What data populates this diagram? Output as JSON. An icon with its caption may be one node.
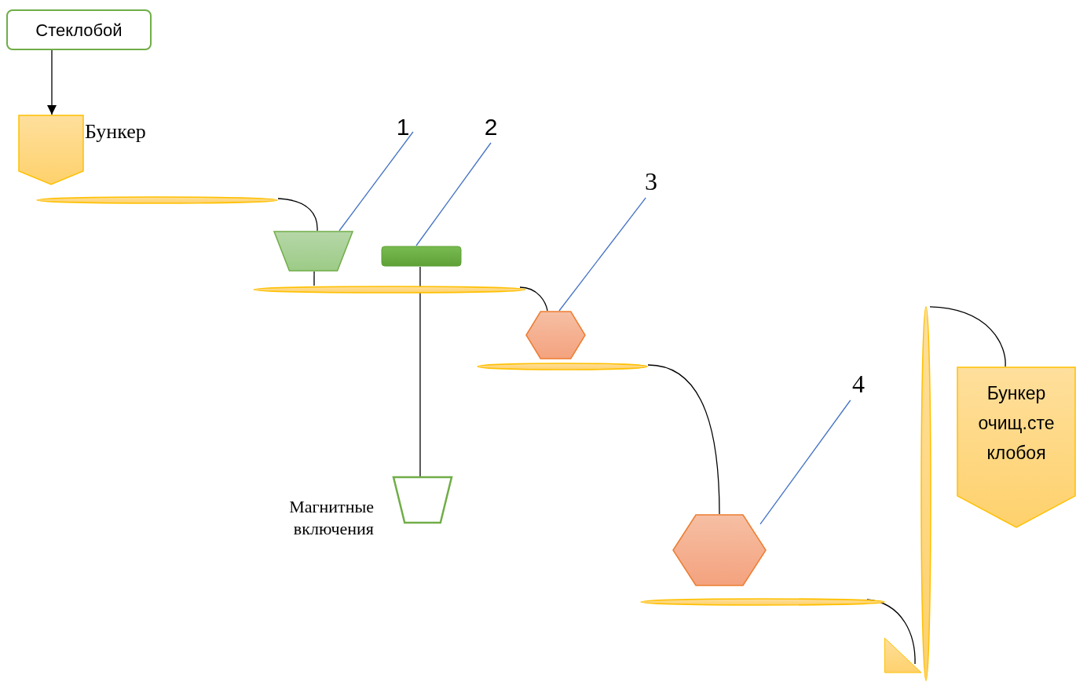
{
  "diagram": {
    "nodes": [
      {
        "text": [
          "Стеклобой"
        ]
      },
      {
        "text": [],
        "shape": "pentagon",
        "beside": [
          "Бункер"
        ]
      },
      {
        "text": [],
        "shape": "ellipse"
      },
      {
        "text": [
          "1"
        ]
      },
      {
        "text": [],
        "shape": "trapezoid"
      },
      {
        "text": [
          "2"
        ]
      },
      {
        "text": [],
        "shape": "bar"
      },
      {
        "text": [],
        "shape": "ellipse"
      },
      {
        "text": [
          "3"
        ]
      },
      {
        "text": [],
        "shape": "hexagon"
      },
      {
        "text": [],
        "shape": "ellipse"
      },
      {
        "text": [
          "4"
        ]
      },
      {
        "text": [],
        "shape": "hexagon"
      },
      {
        "text": [],
        "shape": "trapezoid",
        "beside": [
          "Магнитные включения"
        ]
      },
      {
        "text": [],
        "shape": "ellipse"
      },
      {
        "text": [],
        "shape": "triangle"
      },
      {
        "text": [],
        "shape": "ellipse"
      },
      {
        "text": [
          "Бункер очищ.стеклобоя"
        ]
      }
    ],
    "edges": [
      {
        "from": 0,
        "to": 1,
        "arrow": "to"
      },
      {
        "from": 2,
        "to": 4,
        "arrow": "none"
      },
      {
        "from": 3,
        "to": 4,
        "arrow": "none",
        "color": "#4472c4"
      },
      {
        "from": 4,
        "to": 7,
        "arrow": "none"
      },
      {
        "from": 5,
        "to": 6,
        "arrow": "none",
        "color": "#4472c4"
      },
      {
        "from": 6,
        "to": 13,
        "arrow": "none"
      },
      {
        "from": 7,
        "to": 9,
        "arrow": "none"
      },
      {
        "from": 8,
        "to": 9,
        "arrow": "none",
        "color": "#4472c4"
      },
      {
        "from": 10,
        "to": 12,
        "arrow": "none"
      },
      {
        "from": 11,
        "to": 12,
        "arrow": "none",
        "color": "#4472c4"
      },
      {
        "from": 14,
        "to": 15,
        "arrow": "none"
      },
      {
        "from": 16,
        "to": 17,
        "arrow": "none"
      }
    ]
  }
}
